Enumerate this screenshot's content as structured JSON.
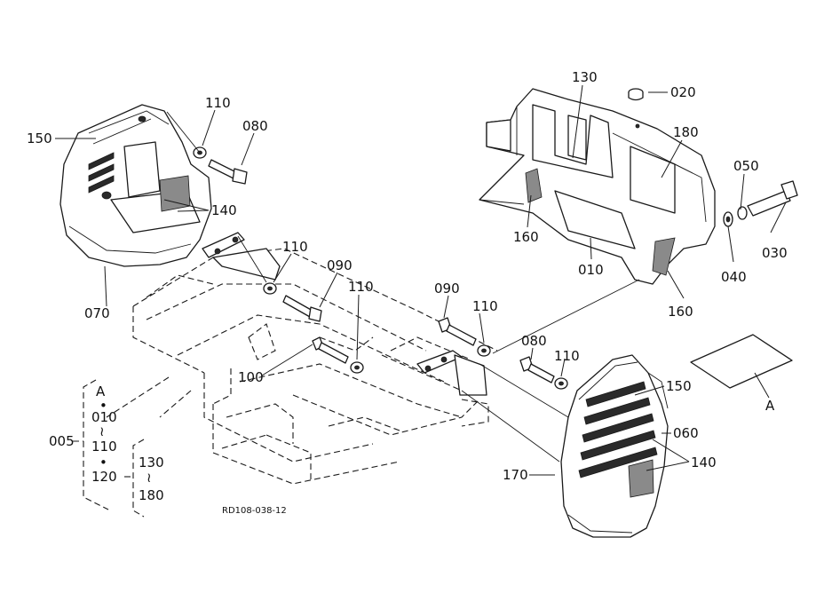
{
  "drawing_code": "RD108-038-12",
  "callouts": {
    "p020": "020",
    "p130": "130",
    "p180": "180",
    "p050": "050",
    "p030": "030",
    "p040": "040",
    "p160a": "160",
    "p160b": "160",
    "p010": "010",
    "p110_tl": "110",
    "p080_tl": "080",
    "p150_tl": "150",
    "p140_tl": "140",
    "p070": "070",
    "p110_m1": "110",
    "p090_m1": "090",
    "p110_m2": "110",
    "p100": "100",
    "p090_m2": "090",
    "p110_m3": "110",
    "p080_r": "080",
    "p110_r": "110",
    "p150_r": "150",
    "p060": "060",
    "p140_r": "140",
    "p170": "170",
    "pA": "A"
  },
  "legend": {
    "assembly": "005",
    "a_letter": "A",
    "dot1": "•",
    "range1_from": "010",
    "tilde1": "≀",
    "range1_to": "110",
    "dot2": "•",
    "item120": "120",
    "range2_from": "130",
    "tilde2": "≀",
    "range2_to": "180"
  }
}
